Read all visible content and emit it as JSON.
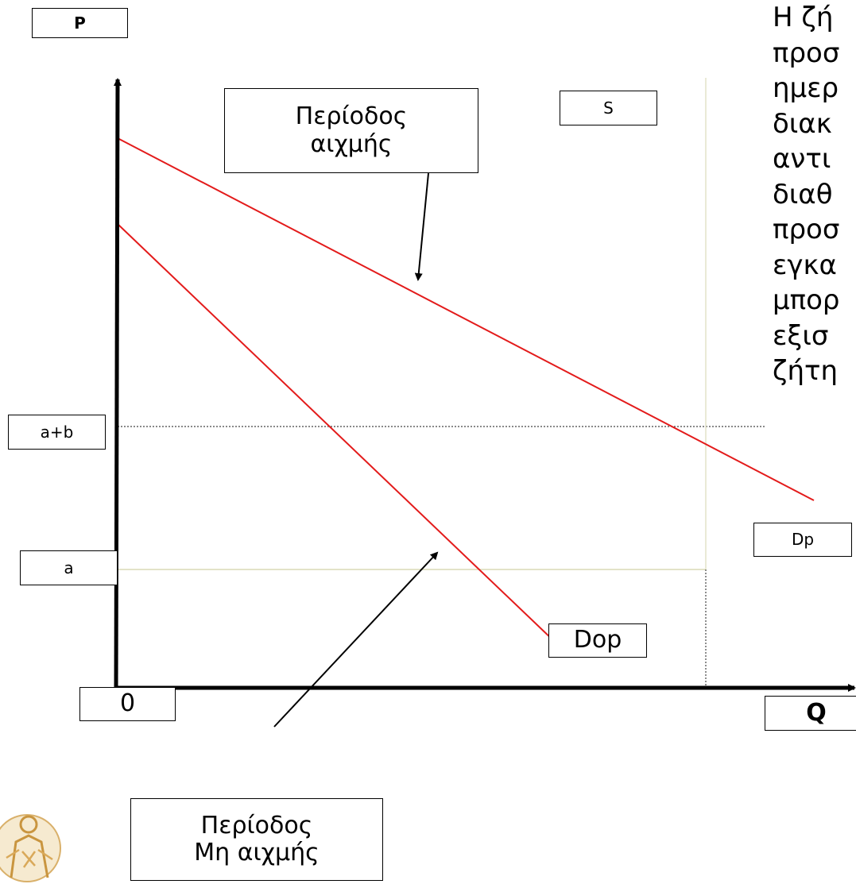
{
  "labels": {
    "p_axis": "P",
    "q_axis": "Q",
    "origin": "0",
    "supply": "S",
    "level_a_plus_b": "a+b",
    "level_a": "a",
    "peak_demand": "Dp",
    "offpeak_demand": "Dop",
    "peak_period": [
      "Περίοδος",
      "αιχμής"
    ],
    "offpeak_period": [
      "Περίοδος",
      "Μη αιχμής"
    ]
  },
  "side_text_lines": [
    "Η ζή",
    "προσ",
    "ημερ",
    "διακ",
    "αντι",
    "διαθ",
    "προσ",
    "εγκα",
    "μπορ",
    "εξισ",
    "ζήτη"
  ],
  "colors": {
    "demand_lines": "#e31b1b",
    "axes": "#000000",
    "guide_dotted": "#444444",
    "guide_light": "#e3e3c8",
    "logo": "#d9b06a"
  }
}
